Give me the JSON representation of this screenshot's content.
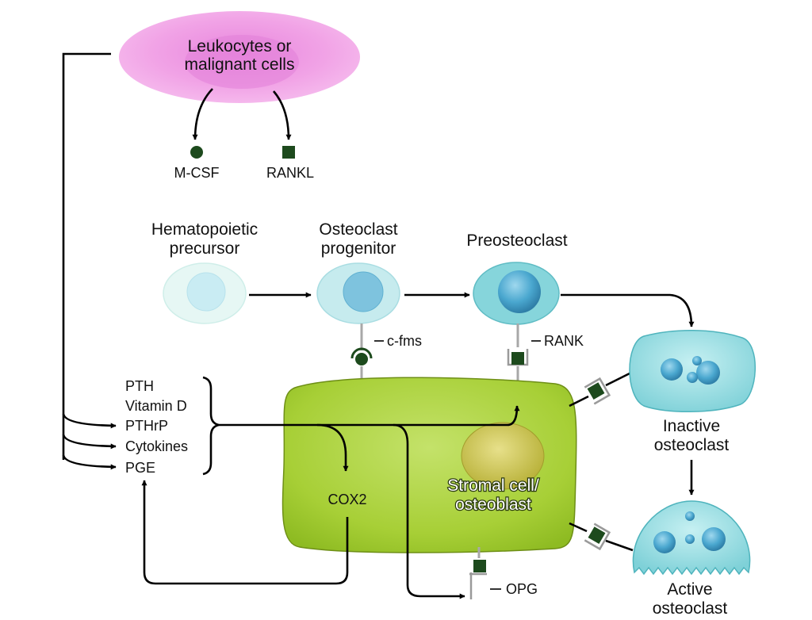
{
  "source": {
    "line1": "Leukocytes or",
    "line2": "malignant cells"
  },
  "factors": {
    "mcsf": "M-CSF",
    "rankl": "RANKL"
  },
  "cells": {
    "hematopoietic": {
      "line1": "Hematopoietic",
      "line2": "precursor"
    },
    "progenitor": {
      "line1": "Osteoclast",
      "line2": "progenitor"
    },
    "preosteoclast": {
      "line1": "Preosteoclast"
    },
    "inactive": {
      "line1": "Inactive",
      "line2": "osteoclast"
    },
    "active": {
      "line1": "Active",
      "line2": "osteoclast"
    },
    "stromal": {
      "line1": "Stromal cell/",
      "line2": "osteoblast"
    }
  },
  "receptors": {
    "cfms": "c-fms",
    "rank": "RANK",
    "opg": "OPG"
  },
  "hormones": [
    "PTH",
    "Vitamin D",
    "PTHrP",
    "Cytokines",
    "PGE"
  ],
  "enzyme": "COX2",
  "colors": {
    "leukocyte": "#f3a6e6",
    "leukocyte_core": "#e07fd6",
    "precursor": "#e3f6f3",
    "progenitor": "#bfe9ec",
    "preosteoclast": "#7fd3d9",
    "osteoclast": "#8fdce0",
    "nucleus": "#3f9dc4",
    "stromal": "#a5cf33",
    "stromal_nucleus": "#c9c24a",
    "factor": "#1d4a1d"
  }
}
